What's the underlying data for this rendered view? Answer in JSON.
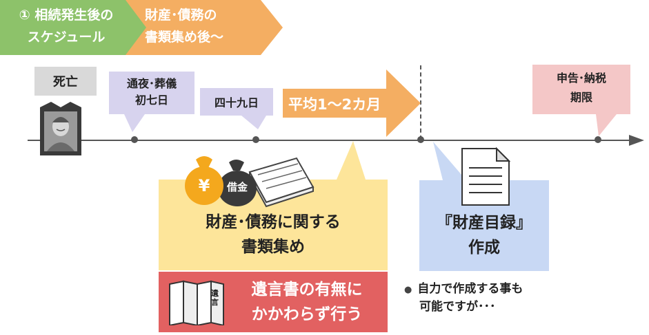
{
  "header": {
    "step_label_line1": "① 相続発生後の",
    "step_label_line2": "スケジュール",
    "phase_label_line1": "財産･債務の",
    "phase_label_line2": "書類集め後～"
  },
  "timeline": {
    "death": "死亡",
    "funeral_line1": "通夜･葬儀",
    "funeral_line2": "初七日",
    "shijukunichi": "四十九日",
    "duration": "平均1～2カ月",
    "deadline_line1": "申告･納税",
    "deadline_line2": "期限"
  },
  "icons": {
    "yen": "¥",
    "debt": "借金",
    "will_doc": "遺言"
  },
  "boxes": {
    "collect_line1": "財産･債務に関する",
    "collect_line2": "書類集め",
    "inventory_line1": "『財産目録』",
    "inventory_line2": "作成",
    "will_line1": "遺言書の有無に",
    "will_line2": "かかわらず行う"
  },
  "note": {
    "bullet": "●",
    "line1": "自力で作成する事も",
    "line2": "可能ですが･･･"
  },
  "colors": {
    "green": "#8dc26a",
    "orange": "#f4ae62",
    "lavender": "#d7d3ee",
    "pink": "#f4c7c7",
    "yellow": "#fde59a",
    "blue": "#c8d8f4",
    "red": "#e26161",
    "gray": "#d9d9d9",
    "line": "#555555"
  }
}
